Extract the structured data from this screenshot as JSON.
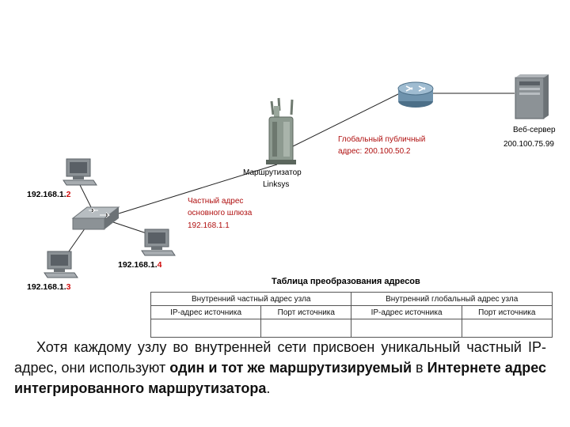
{
  "router": {
    "name_line1": "Маршрутизатор",
    "name_line2": "Linksys",
    "private_label_line1": "Частный адрес",
    "private_label_line2": "основного шлюза",
    "private_ip": "192.168.1.1",
    "public_label_line1": "Глобальный публичный",
    "public_label_line2": "адрес: 200.100.50.2"
  },
  "web_server": {
    "label": "Веб-сервер",
    "ip": "200.100.75.99"
  },
  "hosts": [
    {
      "ip_prefix": "192.168.1.",
      "ip_last": "2"
    },
    {
      "ip_prefix": "192.168.1.",
      "ip_last": "4"
    },
    {
      "ip_prefix": "192.168.1.",
      "ip_last": "3"
    }
  ],
  "nat_table": {
    "title": "Таблица преобразования адресов",
    "group_headers": [
      "Внутренний частный адрес узла",
      "Внутренний глобальный адрес узла"
    ],
    "sub_headers": [
      "IP-адрес источника",
      "Порт источника",
      "IP-адрес источника",
      "Порт источника"
    ]
  },
  "caption": {
    "part1": "Хотя каждому узлу во внутренней сети присвоен уникальный частный IP-адрес, они используют ",
    "bold1": "один и тот же маршрутизируемый",
    "part2": " в ",
    "bold2": "Интернете адрес интегрированного маршрутизатора",
    "part3": "."
  },
  "colors": {
    "link": "#222222",
    "ip_highlight": "#d01010",
    "device_gray": "#8c9296",
    "device_dark": "#5a6066"
  }
}
